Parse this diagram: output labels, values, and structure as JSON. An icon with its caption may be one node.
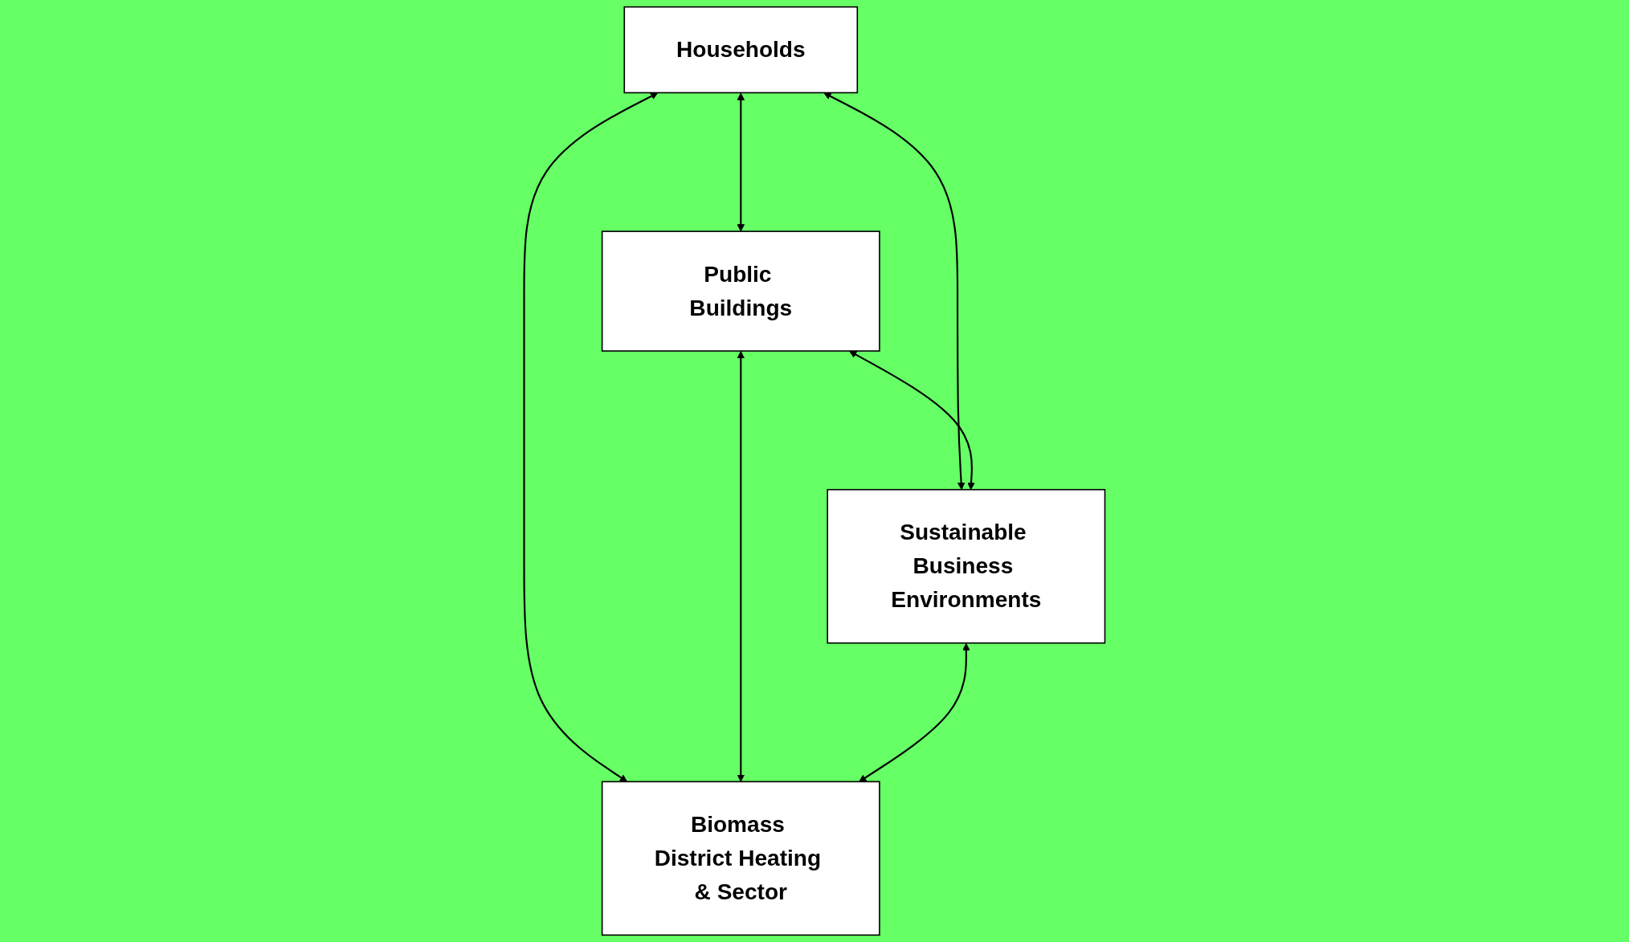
{
  "diagram": {
    "nodes": [
      {
        "text": [
          "Households"
        ]
      },
      {
        "text": [
          "Public Buildings"
        ]
      },
      {
        "text": [
          "Sustainable Business Environments"
        ]
      },
      {
        "text": [
          "Biomass District Heating & Sector"
        ]
      }
    ],
    "edges": [
      {
        "from": 0,
        "to": 1,
        "arrow": "both"
      },
      {
        "from": 0,
        "to": 2,
        "arrow": "both"
      },
      {
        "from": 0,
        "to": 3,
        "arrow": "both"
      },
      {
        "from": 1,
        "to": 2,
        "arrow": "both"
      },
      {
        "from": 1,
        "to": 3,
        "arrow": "both"
      },
      {
        "from": 2,
        "to": 3,
        "arrow": "both"
      }
    ]
  }
}
